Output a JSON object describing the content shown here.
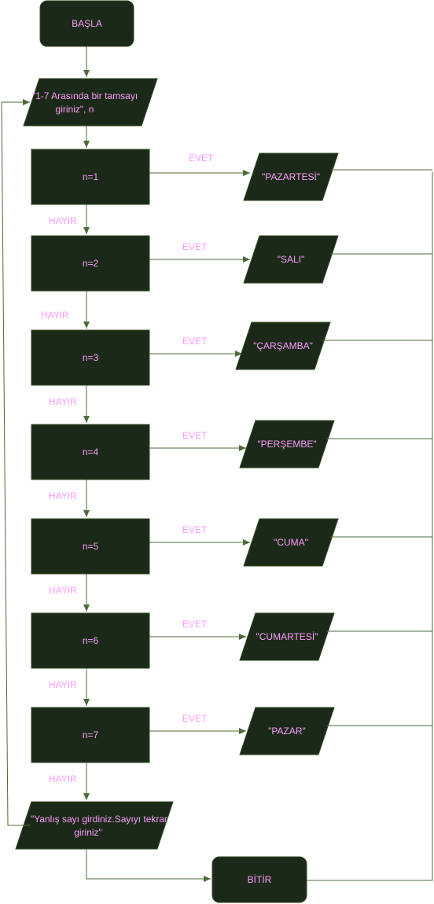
{
  "start": {
    "label": "BAŞLA"
  },
  "input": {
    "line1": "\"1-7 Arasında bir tamsayı",
    "line2": "giriniz\", n"
  },
  "decisions": [
    {
      "condition": "n=1",
      "output": "\"PAZARTESİ\""
    },
    {
      "condition": "n=2",
      "output": "\"SALI\""
    },
    {
      "condition": "n=3",
      "output": "\"ÇARŞAMBA\""
    },
    {
      "condition": "n=4",
      "output": "\"PERŞEMBE\""
    },
    {
      "condition": "n=5",
      "output": "\"CUMA\""
    },
    {
      "condition": "n=6",
      "output": "\"CUMARTESİ\""
    },
    {
      "condition": "n=7",
      "output": "\"PAZAR\""
    }
  ],
  "yes_label": "EVET",
  "no_label": "HAYIR",
  "error": {
    "line1": "\"Yanlış sayı girdiniz.Sayıyı tekrar",
    "line2": "giriniz\""
  },
  "end": {
    "label": "BİTİR"
  },
  "colors": {
    "fill": "#1b2a18",
    "stroke": "#2f4a22",
    "line": "#4d6b3a",
    "text": "#ff99ff"
  }
}
